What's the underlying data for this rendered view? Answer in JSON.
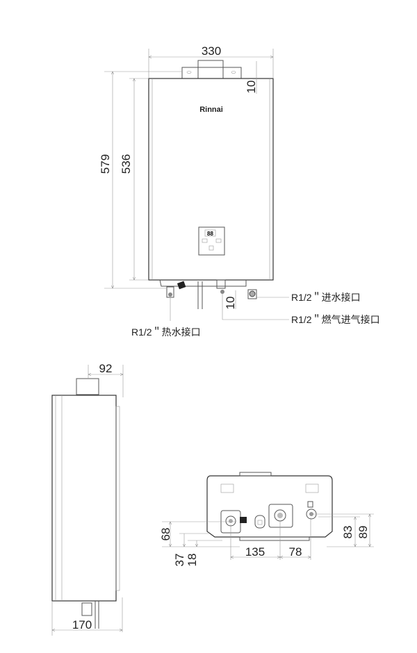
{
  "brand": "Rinnai",
  "front_view": {
    "width_dim": "330",
    "total_height_dim": "579",
    "body_height_dim": "536",
    "top_offset_dim": "10",
    "bottom_offset_dim": "10",
    "panel_display": "88",
    "labels": {
      "water_inlet": "R1/2＂进水接口",
      "gas_inlet": "R1/2＂燃气进气接口",
      "hot_water_outlet": "R1/2＂热水接口"
    }
  },
  "side_view": {
    "flue_offset_dim": "92",
    "depth_dim": "170"
  },
  "bottom_view": {
    "dim_68": "68",
    "dim_37": "37",
    "dim_18": "18",
    "dim_135": "135",
    "dim_78": "78",
    "dim_83": "83",
    "dim_89": "89"
  }
}
